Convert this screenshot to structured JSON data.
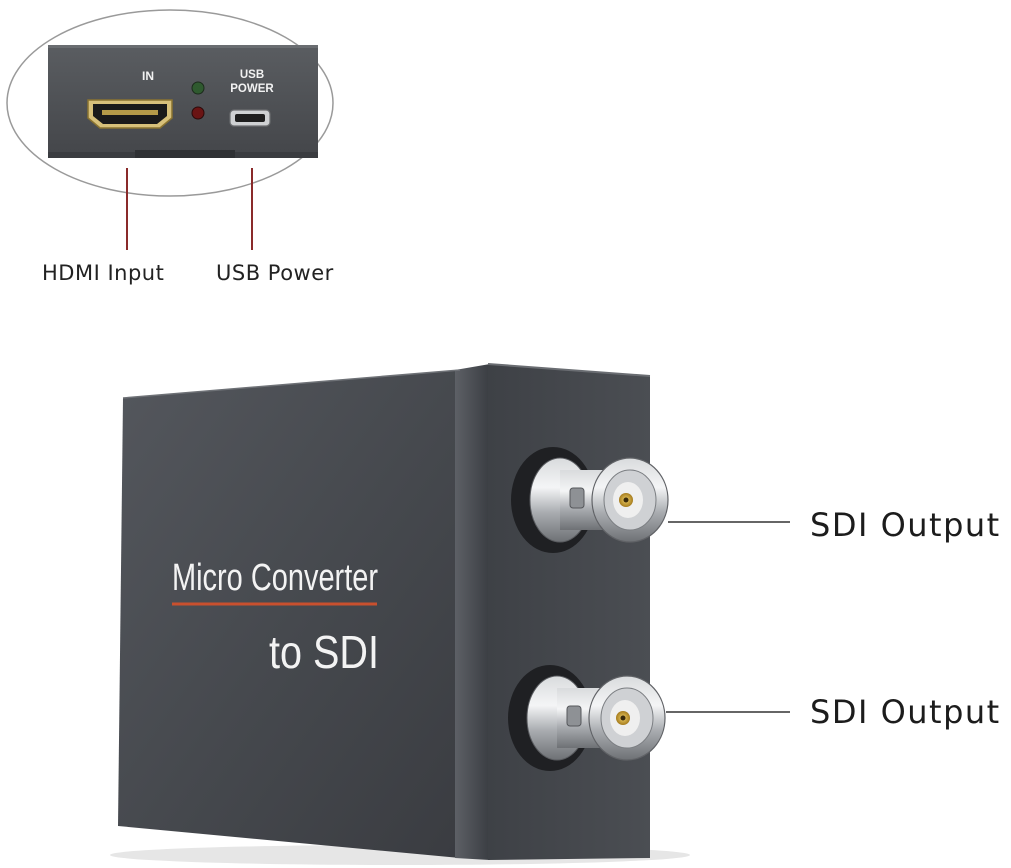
{
  "inset": {
    "in_label": "IN",
    "usb_label_line1": "USB",
    "usb_label_line2": "POWER"
  },
  "callouts": {
    "hdmi_input": "HDMI Input",
    "usb_power": "USB Power",
    "sdi_output_top": "SDI Output",
    "sdi_output_bottom": "SDI Output"
  },
  "device": {
    "title_line1": "Micro Converter",
    "title_line2": "to SDI"
  },
  "colors": {
    "leader_line": "#8a2a2a",
    "device_body": "#4a4d52",
    "title_underline": "#c9502e",
    "led_green": "#2f5a2f",
    "led_red": "#6a1414"
  }
}
